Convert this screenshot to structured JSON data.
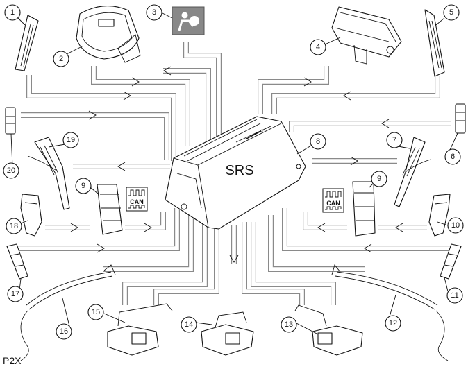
{
  "diagram": {
    "module_label": "SRS",
    "can_label": "CAN",
    "figure_code": "P2X",
    "callouts": [
      "1",
      "2",
      "3",
      "4",
      "5",
      "6",
      "7",
      "8",
      "9",
      "9",
      "10",
      "11",
      "12",
      "13",
      "14",
      "15",
      "16",
      "17",
      "18",
      "19",
      "20"
    ]
  }
}
